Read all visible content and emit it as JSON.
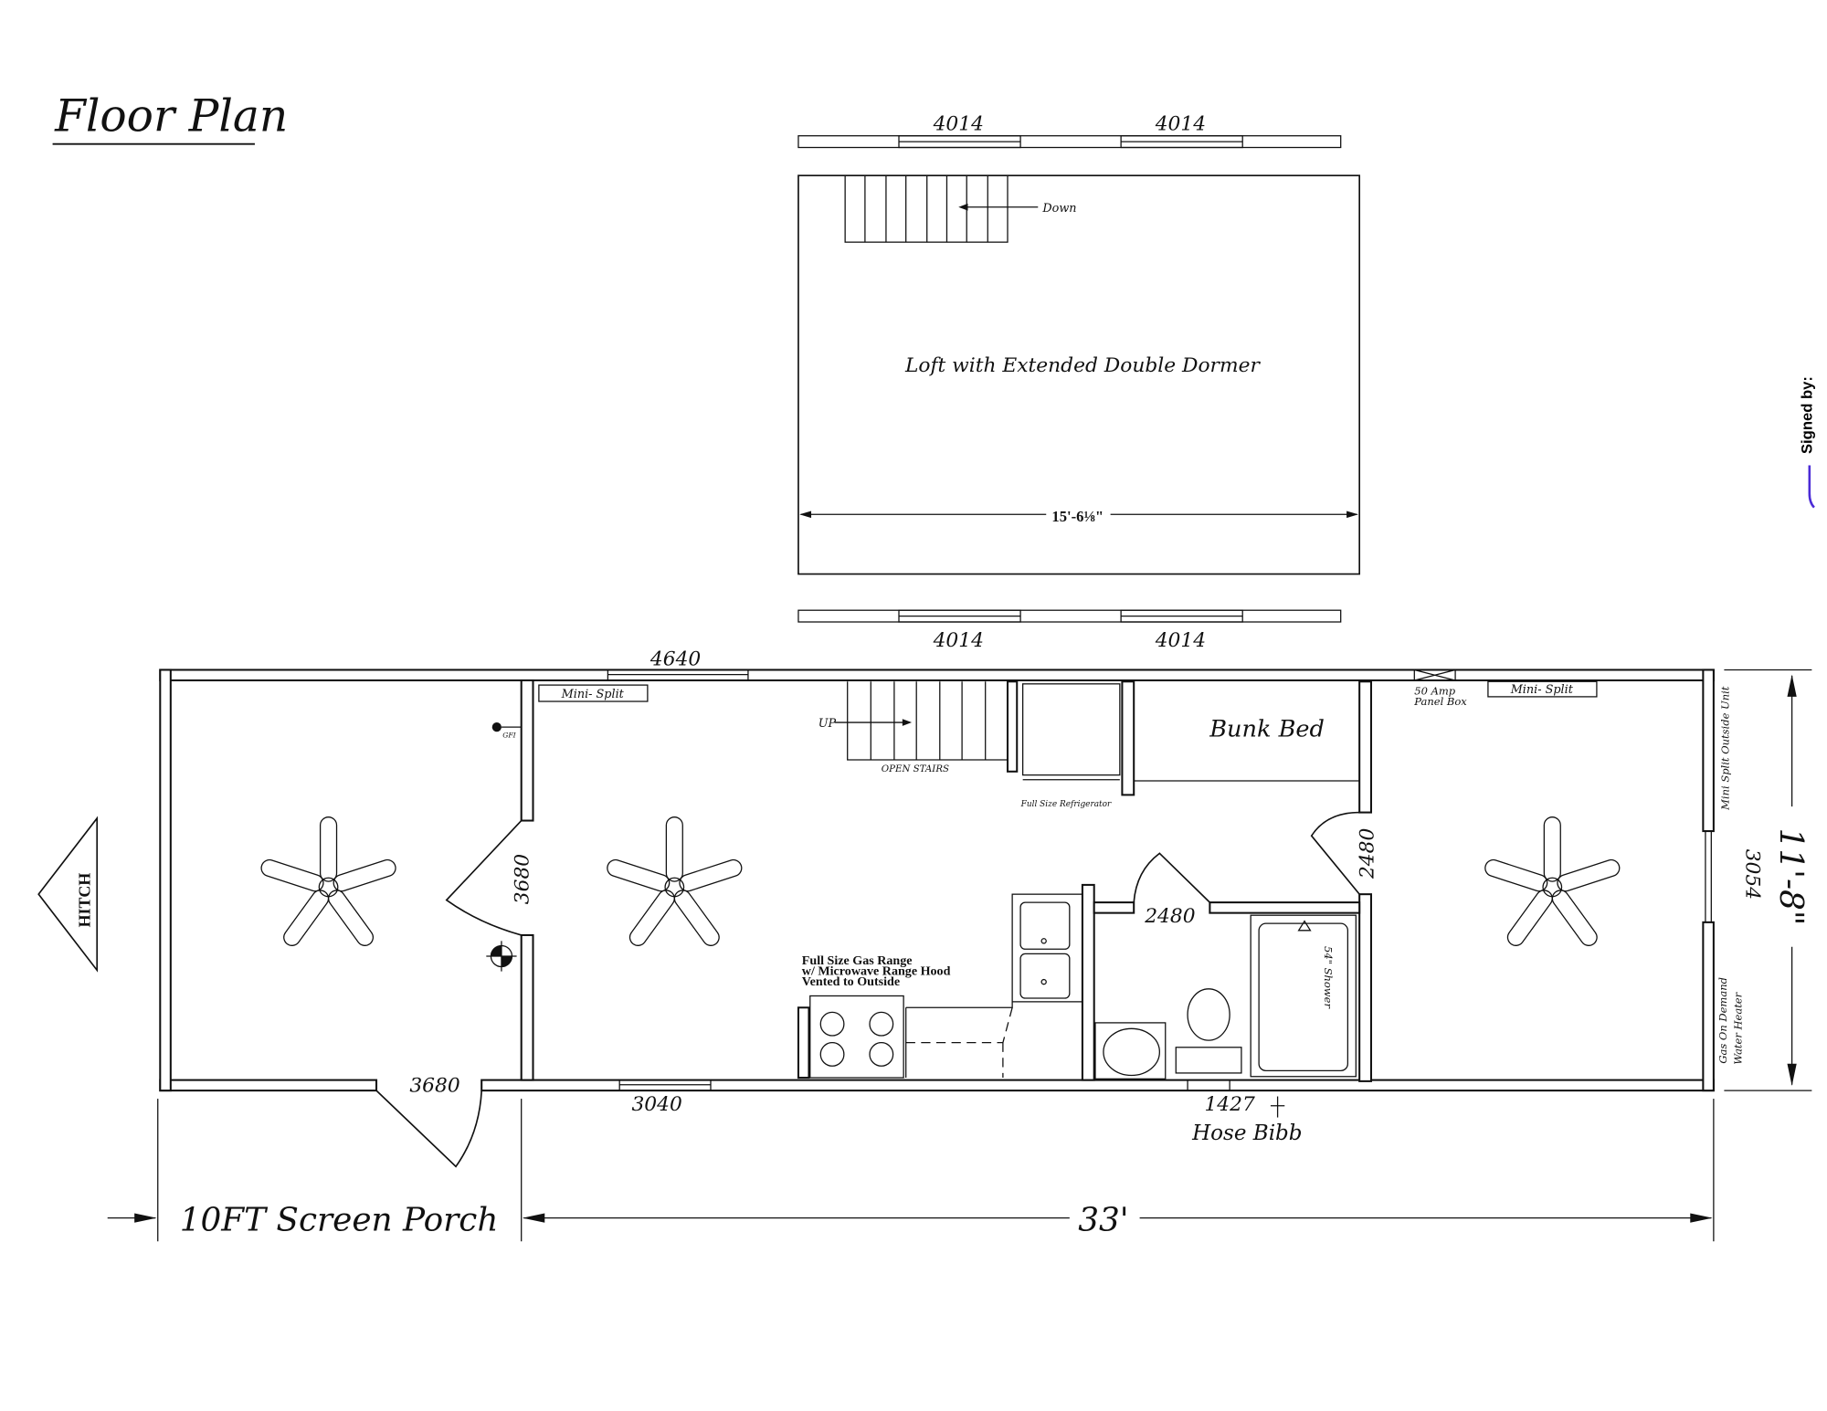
{
  "title": "Floor Plan",
  "loft": {
    "label": "Loft with Extended Double Dormer",
    "stairs_label": "Down",
    "width_dim": "15'-6⅛\"",
    "top_windows": [
      "4014",
      "4014"
    ],
    "bottom_windows": [
      "4014",
      "4014"
    ]
  },
  "main": {
    "window_top": "4640",
    "window_bottom": "3040",
    "window_bottom_right": "1427",
    "hose_bibb": "Hose Bibb",
    "mini_split_left": "Mini- Split",
    "mini_split_right": "Mini- Split",
    "panel_box_line1": "50 Amp",
    "panel_box_line2": "Panel Box",
    "stairs_up": "UP",
    "open_stairs": "OPEN STAIRS",
    "refrigerator": "Full Size Refrigerator",
    "bunk_bed": "Bunk Bed",
    "bedroom_door": "2480",
    "bath_door": "2480",
    "shower": "54\" Shower",
    "range_line1": "Full Size Gas Range",
    "range_line2": "w/ Microwave Range Hood",
    "range_line3": "Vented to Outside",
    "mini_split_outside": "Mini Split Outside Unit",
    "end_window": "3054",
    "water_heater_line1": "Gas On Demand",
    "water_heater_line2": "Water Heater",
    "interior_door": "3680",
    "gfi": "GFI"
  },
  "porch": {
    "door": "3680",
    "label": "10FT Screen Porch"
  },
  "dimensions": {
    "length": "33'",
    "width": "11'-8\""
  },
  "hitch": "HITCH",
  "signature": {
    "label": "Signed by:",
    "color": "#4b2bd6"
  }
}
